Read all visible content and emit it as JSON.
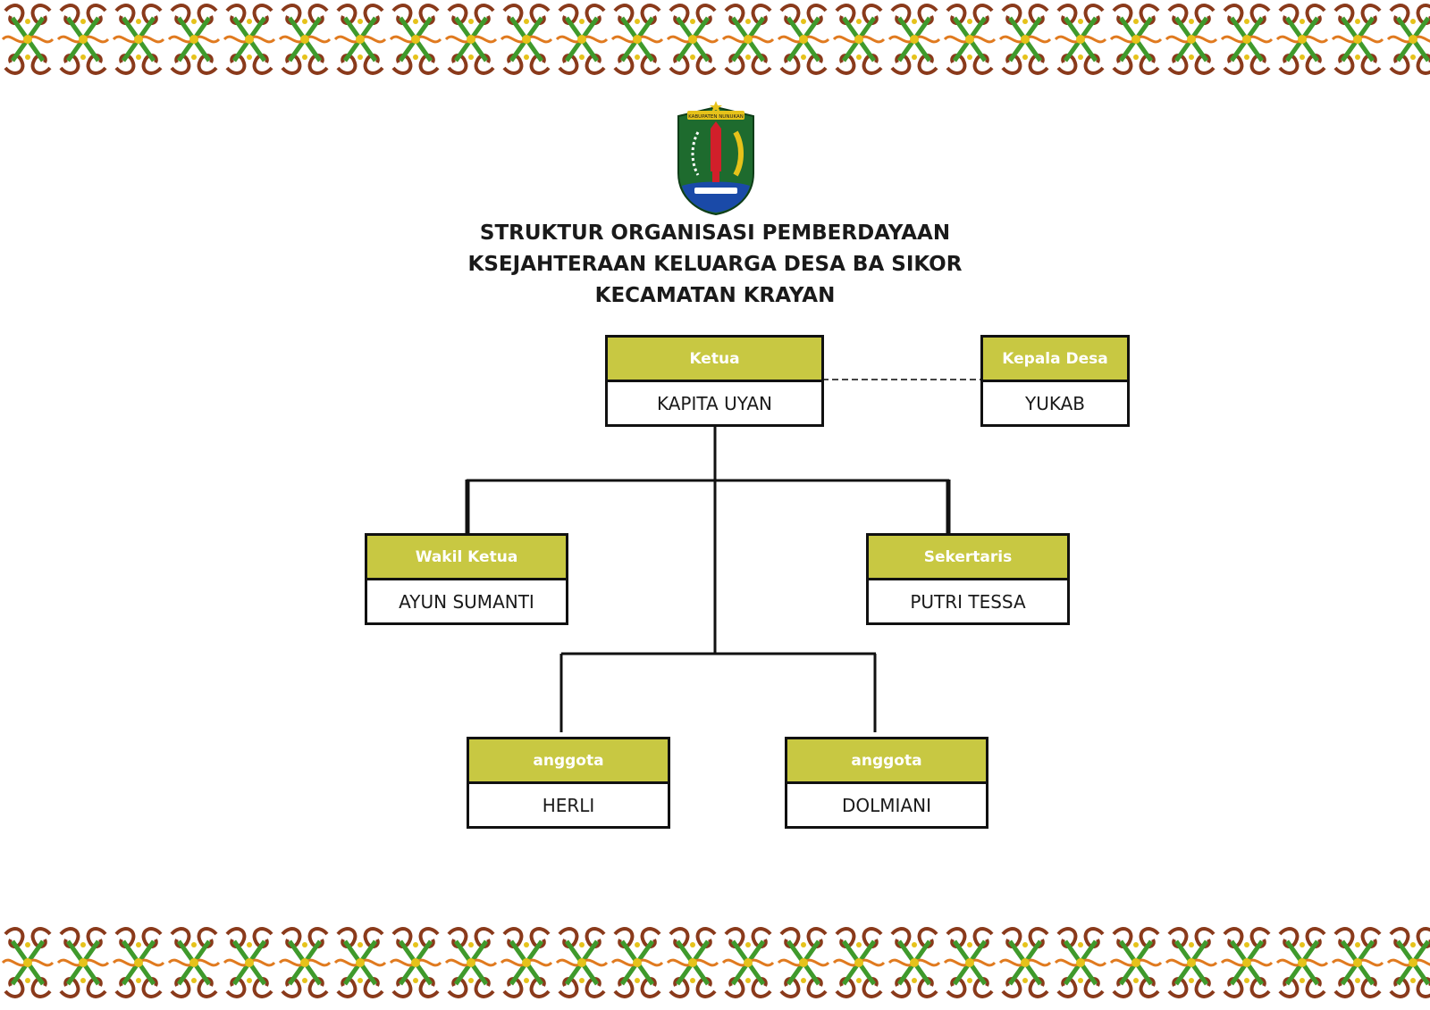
{
  "title_lines": [
    "STRUKTUR ORGANISASI PEMBERDAYAAN",
    "KSEJAHTERAAN KELUARGA DESA BA SIKOR",
    "KECAMATAN KRAYAN"
  ],
  "emblem_banner_text": "KABUPATEN NUNUKAN",
  "nodes": {
    "ketua": {
      "role": "Ketua",
      "name": "KAPITA UYAN"
    },
    "kepala_desa": {
      "role": "Kepala Desa",
      "name": "YUKAB"
    },
    "wakil_ketua": {
      "role": "Wakil Ketua",
      "name": "AYUN SUMANTI"
    },
    "sekertaris": {
      "role": "Sekertaris",
      "name": "PUTRI TESSA"
    },
    "anggota_1": {
      "role": "anggota",
      "name": "HERLI"
    },
    "anggota_2": {
      "role": "anggota",
      "name": "DOLMIANI"
    }
  },
  "colors": {
    "role_header": "#c8c842",
    "border": "#111111",
    "motif_green": "#3f9a2c",
    "motif_brown": "#8a3a1b",
    "motif_orange": "#e07a1f",
    "motif_yellow": "#e6c21a"
  }
}
